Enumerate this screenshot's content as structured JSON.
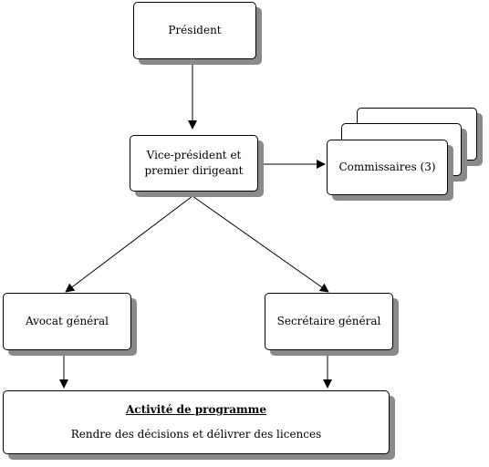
{
  "boxes": {
    "president": "Président",
    "vp": "Vice-président et\npremier dirigeant",
    "commissioners": "Commissaires (3)",
    "general_counsel": "Avocat général",
    "secretary_general": "Secrétaire général"
  },
  "program": {
    "title": "Activité de programme",
    "description": "Rendre des décisions et délivrer des licences"
  }
}
